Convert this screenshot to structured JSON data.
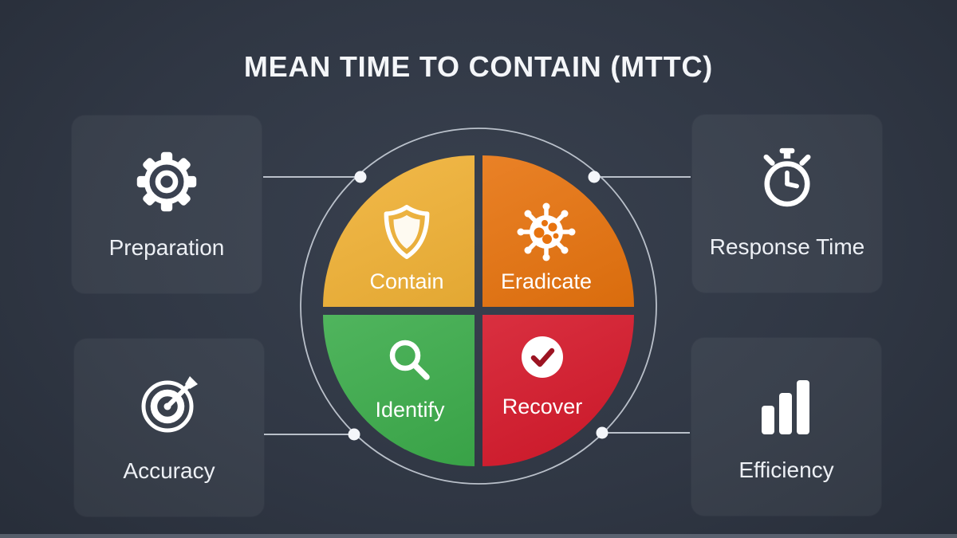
{
  "title": {
    "text": "MEAN TIME TO CONTAIN (MTTC)"
  },
  "pie": {
    "segments": [
      {
        "id": "contain",
        "label": "Contain",
        "color": "#F1B236",
        "icon": "shield-icon"
      },
      {
        "id": "eradicate",
        "label": "Eradicate",
        "color": "#E7730E",
        "icon": "virus-icon"
      },
      {
        "id": "identify",
        "label": "Identify",
        "color": "#3CAC4B",
        "icon": "search-icon"
      },
      {
        "id": "recover",
        "label": "Recover",
        "color": "#D5182A",
        "icon": "check-icon"
      }
    ]
  },
  "cards": [
    {
      "id": "preparation",
      "label": "Preparation",
      "icon": "gear-icon",
      "position": "top-left"
    },
    {
      "id": "response-time",
      "label": "Response Time",
      "icon": "stopwatch-icon",
      "position": "top-right"
    },
    {
      "id": "accuracy",
      "label": "Accuracy",
      "icon": "target-icon",
      "position": "bottom-left"
    },
    {
      "id": "efficiency",
      "label": "Efficiency",
      "icon": "bar-chart-icon",
      "position": "bottom-right"
    }
  ],
  "colors": {
    "line": "#DCE2EB",
    "dot": "#F4F6FA",
    "card_solid": "#3A4150",
    "check": "#9C1422",
    "icon_white": "#FFFFFF"
  }
}
